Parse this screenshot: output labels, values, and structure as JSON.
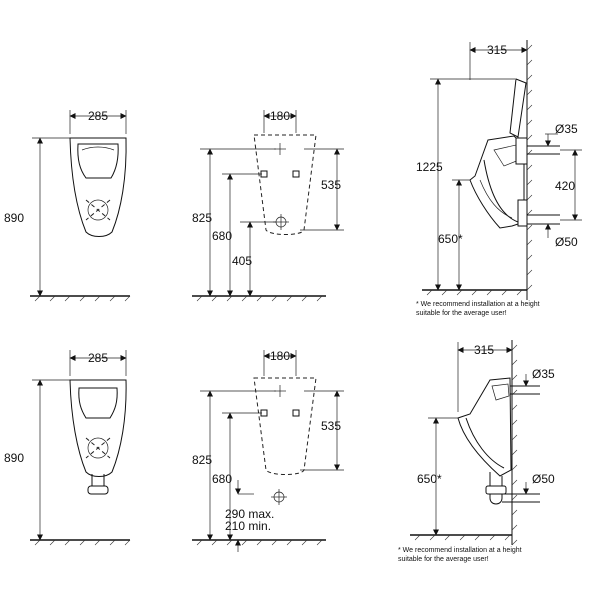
{
  "dimensions": {
    "a_width_top": "285",
    "a_height_top": "890",
    "b_width_top": "180",
    "b_825_top": "825",
    "b_680_top": "680",
    "b_405_top": "405",
    "b_535_top": "535",
    "c_315_top": "315",
    "c_1225": "1225",
    "c_650_top": "650*",
    "c_d35_top": "Ø35",
    "c_420": "420",
    "c_d50_top": "Ø50",
    "a_width_bot": "285",
    "a_height_bot": "890",
    "b_width_bot": "180",
    "b_825_bot": "825",
    "b_680_bot": "680",
    "b_535_bot": "535",
    "b_290": "290 max.",
    "b_210": "210 min.",
    "c_315_bot": "315",
    "c_650_bot": "650*",
    "c_d35_bot": "Ø35",
    "c_d50_bot": "Ø50"
  },
  "notes": {
    "top_line1": "* We recommend installation at a height",
    "top_line2": "suitable  for the average user!",
    "bot_line1": "* We recommend installation at a height",
    "bot_line2": "suitable  for the average user!"
  }
}
